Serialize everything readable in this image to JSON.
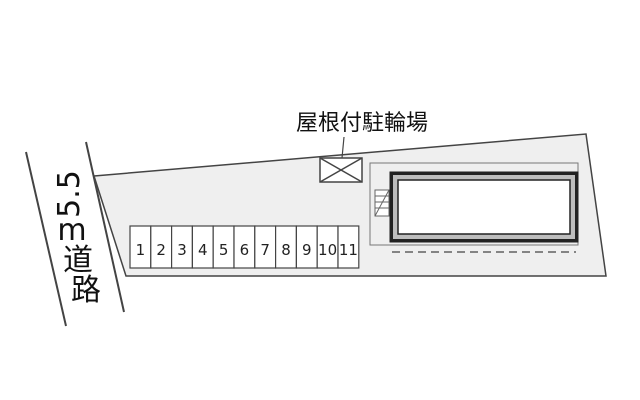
{
  "road": {
    "width_text": "5.5",
    "unit_text": "m",
    "name_char_1": "道",
    "name_char_2": "路"
  },
  "bike_shelter": {
    "label": "屋根付駐輪場"
  },
  "parking": {
    "slots": [
      "1",
      "2",
      "3",
      "4",
      "5",
      "6",
      "7",
      "8",
      "9",
      "10",
      "11"
    ]
  },
  "colors": {
    "lot_fill": "#efefef",
    "line": "#444444",
    "building_frame": "#222222"
  }
}
